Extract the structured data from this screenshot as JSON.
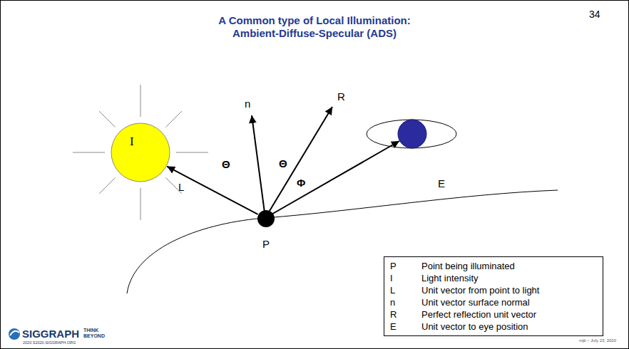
{
  "diagram": {
    "title": "A Common type of Local Illumination: Ambient-Diffuse-Specular (ADS)",
    "nodes": [
      {
        "text": [
          "I"
        ]
      },
      {
        "text": [
          "P"
        ]
      },
      {
        "text": [
          "P",
          "Point being illuminated",
          "I",
          "Light intensity",
          "L",
          "Unit vector from point to light",
          "n",
          "Unit vector surface normal",
          "R",
          "Perfect reflection unit vector",
          "E",
          "Unit vector to eye position"
        ]
      }
    ],
    "edges": [
      {
        "from": 1,
        "to": 0,
        "arrow": "to",
        "label": "L"
      }
    ],
    "labels": [
      "34",
      "n",
      "R",
      "Θ",
      "Θ",
      "Φ",
      "E",
      "SIGGRAPH",
      "THINK BEYOND",
      "2020 S2020.SIGGRAPH.ORG",
      "mjb – July 23, 2020"
    ]
  }
}
